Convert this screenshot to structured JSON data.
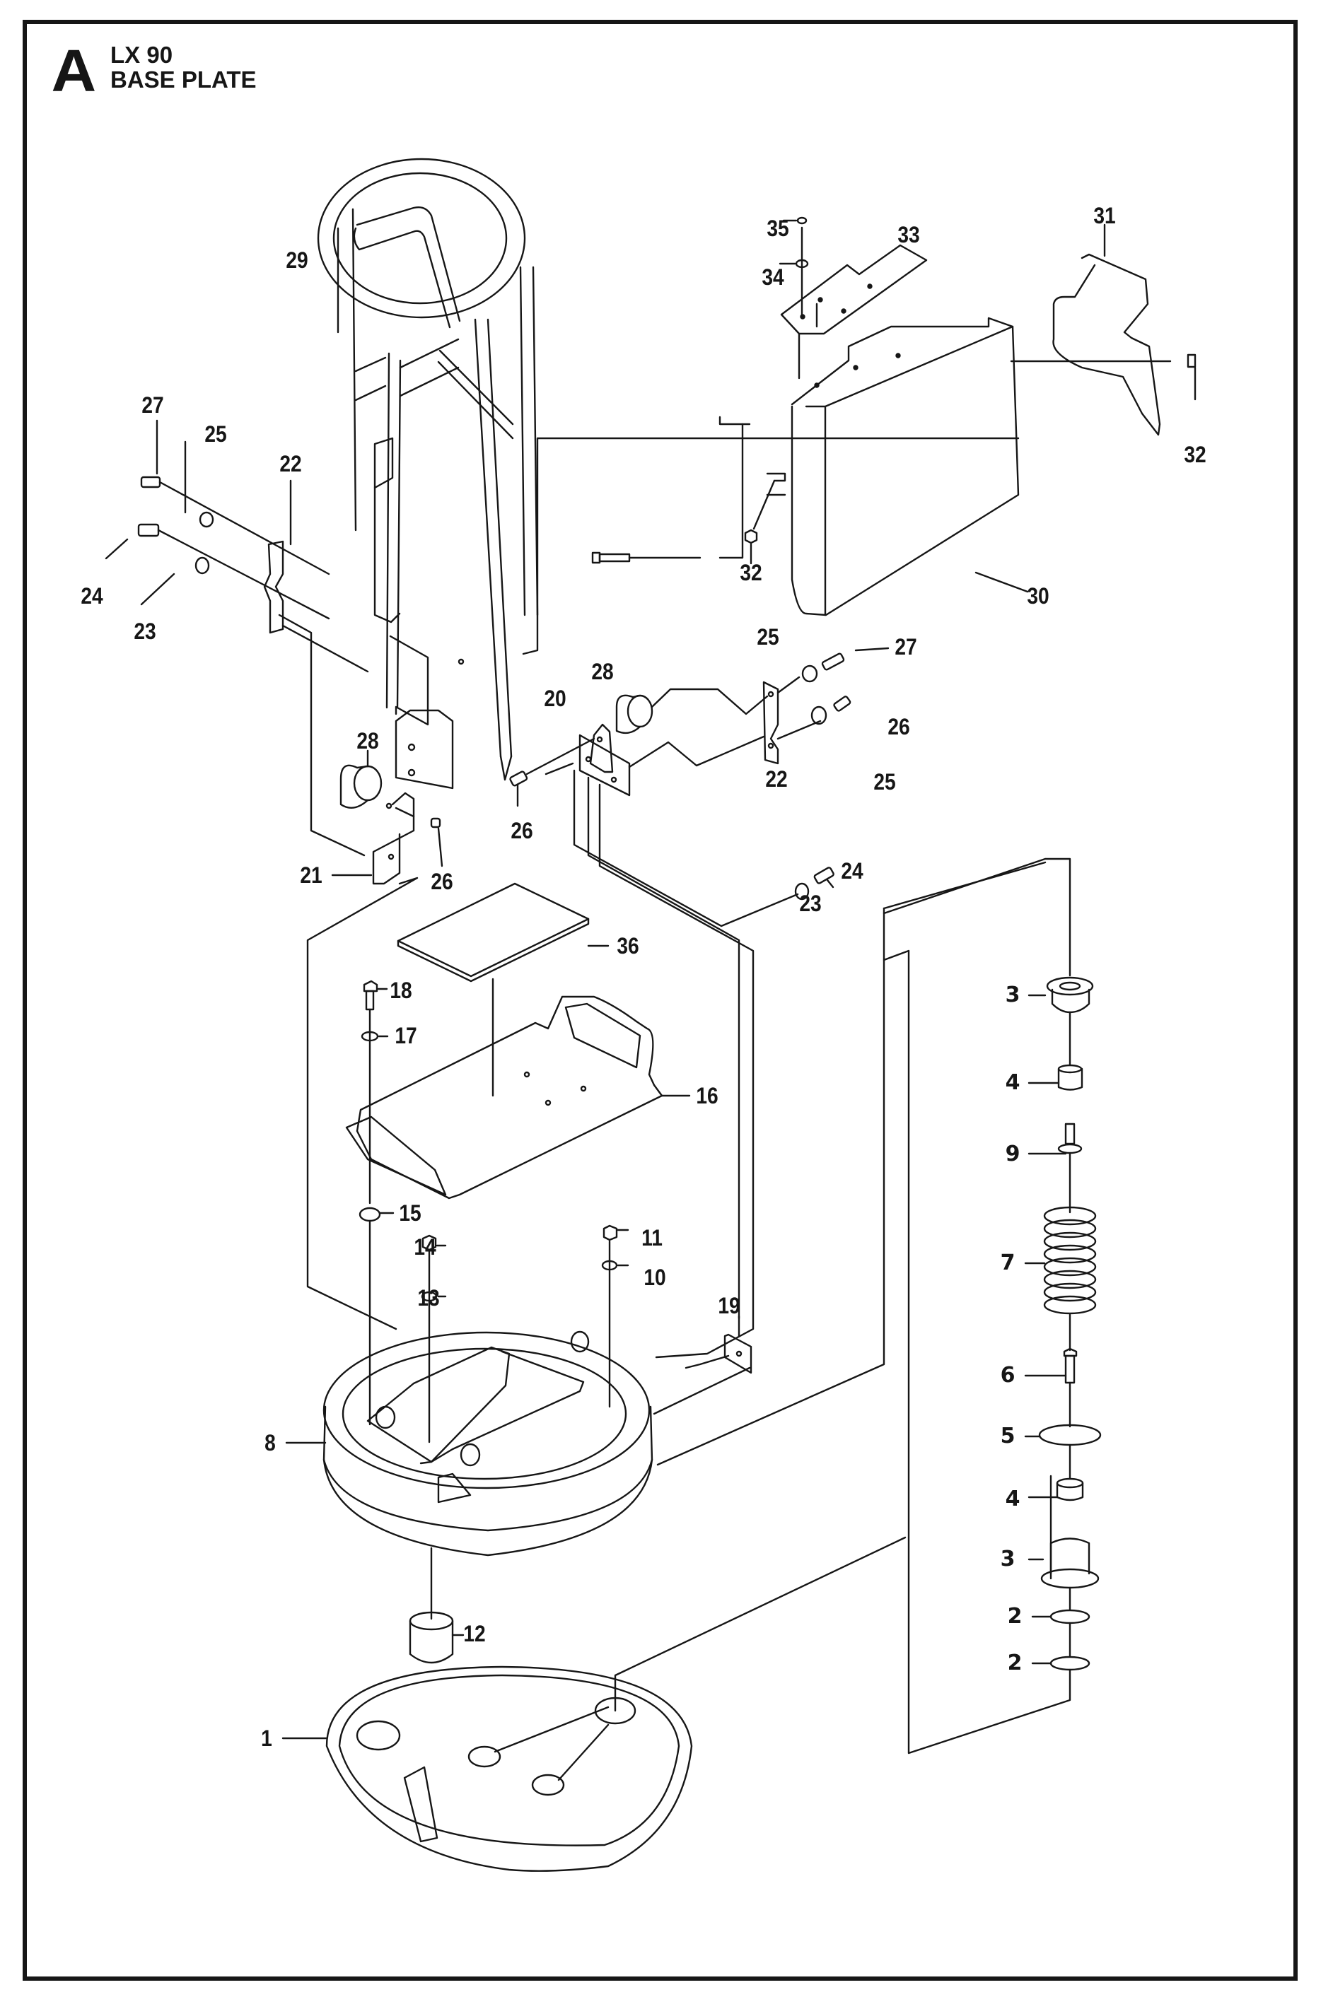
{
  "header": {
    "section_letter": "A",
    "model": "LX 90",
    "title": "BASE PLATE"
  },
  "colors": {
    "ink": "#161616",
    "background": "#ffffff"
  },
  "callouts": [
    {
      "id": "c29",
      "number": "29",
      "part": "handle-frame"
    },
    {
      "id": "c35",
      "number": "35",
      "part": "small-fastener"
    },
    {
      "id": "c33",
      "number": "33",
      "part": "cover-plate"
    },
    {
      "id": "c31",
      "number": "31",
      "part": "side-guard"
    },
    {
      "id": "c34",
      "number": "34",
      "part": "nut"
    },
    {
      "id": "c27a",
      "number": "27",
      "part": "screw"
    },
    {
      "id": "c25a",
      "number": "25",
      "part": "washer"
    },
    {
      "id": "c22a",
      "number": "22",
      "part": "bracket"
    },
    {
      "id": "c32a",
      "number": "32",
      "part": "flange-nut"
    },
    {
      "id": "c24a",
      "number": "24",
      "part": "screw"
    },
    {
      "id": "c23a",
      "number": "23",
      "part": "washer"
    },
    {
      "id": "c32b",
      "number": "32",
      "part": "flange-nut"
    },
    {
      "id": "c30",
      "number": "30",
      "part": "housing"
    },
    {
      "id": "c25b",
      "number": "25",
      "part": "washer"
    },
    {
      "id": "c27b",
      "number": "27",
      "part": "screw"
    },
    {
      "id": "c28a",
      "number": "28",
      "part": "rubber-damper"
    },
    {
      "id": "c20",
      "number": "20",
      "part": "bracket"
    },
    {
      "id": "c26a",
      "number": "26",
      "part": "screw"
    },
    {
      "id": "c22b",
      "number": "22",
      "part": "bracket"
    },
    {
      "id": "c25c",
      "number": "25",
      "part": "washer"
    },
    {
      "id": "c28b",
      "number": "28",
      "part": "rubber-damper"
    },
    {
      "id": "c26b",
      "number": "26",
      "part": "screw"
    },
    {
      "id": "c21",
      "number": "21",
      "part": "bracket"
    },
    {
      "id": "c26c",
      "number": "26",
      "part": "screw"
    },
    {
      "id": "c24b",
      "number": "24",
      "part": "screw"
    },
    {
      "id": "c23b",
      "number": "23",
      "part": "washer"
    },
    {
      "id": "c36",
      "number": "36",
      "part": "pad"
    },
    {
      "id": "c18",
      "number": "18",
      "part": "bolt"
    },
    {
      "id": "c17",
      "number": "17",
      "part": "washer"
    },
    {
      "id": "c16",
      "number": "16",
      "part": "base-plate"
    },
    {
      "id": "c3a",
      "number": "3",
      "part": "bushing"
    },
    {
      "id": "c4a",
      "number": "4",
      "part": "spacer"
    },
    {
      "id": "c9",
      "number": "9",
      "part": "shoulder-bolt"
    },
    {
      "id": "c7",
      "number": "7",
      "part": "spring"
    },
    {
      "id": "c15",
      "number": "15",
      "part": "rubber-washer"
    },
    {
      "id": "c14",
      "number": "14",
      "part": "nut"
    },
    {
      "id": "c11",
      "number": "11",
      "part": "nut"
    },
    {
      "id": "c13",
      "number": "13",
      "part": "washer"
    },
    {
      "id": "c10",
      "number": "10",
      "part": "washer"
    },
    {
      "id": "c19",
      "number": "19",
      "part": "plate"
    },
    {
      "id": "c6",
      "number": "6",
      "part": "bolt"
    },
    {
      "id": "c5",
      "number": "5",
      "part": "disc-washer"
    },
    {
      "id": "c8",
      "number": "8",
      "part": "upper-housing"
    },
    {
      "id": "c4b",
      "number": "4",
      "part": "spacer"
    },
    {
      "id": "c3b",
      "number": "3",
      "part": "bushing"
    },
    {
      "id": "c12",
      "number": "12",
      "part": "rubber-buffer"
    },
    {
      "id": "c2a",
      "number": "2",
      "part": "washer"
    },
    {
      "id": "c2b",
      "number": "2",
      "part": "washer"
    },
    {
      "id": "c1",
      "number": "1",
      "part": "bottom-plate"
    }
  ]
}
